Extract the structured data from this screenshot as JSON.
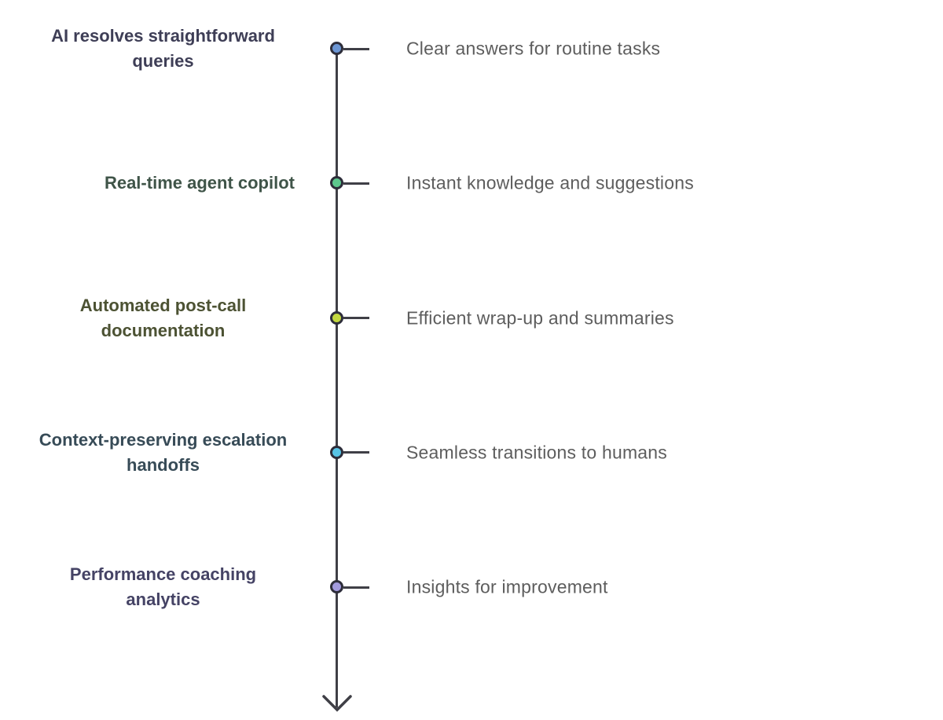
{
  "diagram": {
    "type": "vertical-timeline",
    "background_color": "#ffffff",
    "axis_color": "#3f3f46",
    "node_outline_color": "#2d2d3a",
    "description_color": "#5d5d5d",
    "arrow_icon": "arrow-down",
    "items": [
      {
        "label": "AI resolves straightforward queries",
        "description": "Clear answers for routine tasks",
        "node_color": "#6c96d4",
        "label_color": "#3e3e56"
      },
      {
        "label": "Real-time agent copilot",
        "description": "Instant knowledge and suggestions",
        "node_color": "#5dc78d",
        "label_color": "#3f5448"
      },
      {
        "label": "Automated post-call documentation",
        "description": "Efficient wrap-up and summaries",
        "node_color": "#c3d83f",
        "label_color": "#4c5233"
      },
      {
        "label": "Context-preserving escalation handoffs",
        "description": "Seamless transitions to humans",
        "node_color": "#58c4e6",
        "label_color": "#374b57"
      },
      {
        "label": "Performance coaching analytics",
        "description": "Insights for improvement",
        "node_color": "#a29ade",
        "label_color": "#454365"
      }
    ]
  }
}
